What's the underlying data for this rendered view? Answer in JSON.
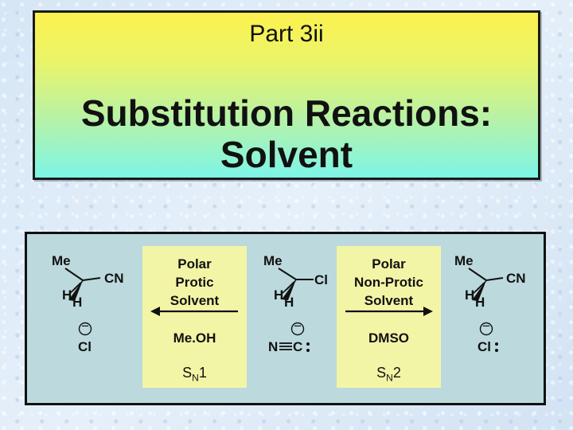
{
  "title_slide": {
    "part": "Part 3ii",
    "title_line1": "Substitution Reactions:",
    "title_line2": "Solvent"
  },
  "diagram": {
    "left_product": {
      "methyl": "Me",
      "h1": "H",
      "h2": "H",
      "group": "CN",
      "ion_charge": "−",
      "ion": "Cl"
    },
    "left_conditions": {
      "solvent_type": [
        "Polar",
        "Protic",
        "Solvent"
      ],
      "solvent": "Me.OH",
      "mechanism_s": "S",
      "mechanism_sub": "N",
      "mechanism_num": "1"
    },
    "reactant": {
      "methyl": "Me",
      "h1": "H",
      "h2": "H",
      "group": "Cl",
      "nucleophile_charge": "−",
      "nucleophile_n": "N",
      "nucleophile_c": "C"
    },
    "right_conditions": {
      "solvent_type": [
        "Polar",
        "Non-Protic",
        "Solvent"
      ],
      "solvent": "DMSO",
      "mechanism_s": "S",
      "mechanism_sub": "N",
      "mechanism_num": "2"
    },
    "right_product": {
      "methyl": "Me",
      "h1": "H",
      "h2": "H",
      "group": "CN",
      "ion_charge": "−",
      "ion": "Cl"
    }
  }
}
